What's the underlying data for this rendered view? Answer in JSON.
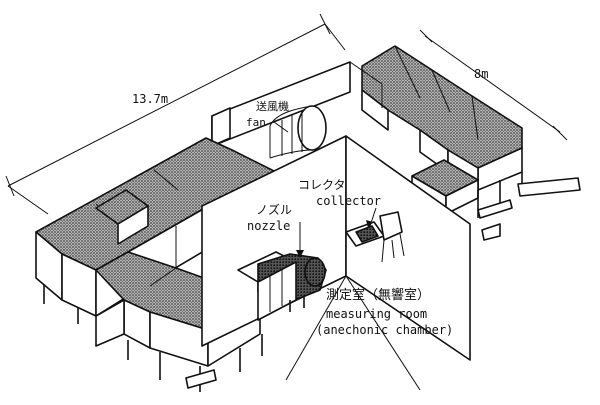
{
  "dimensions": {
    "length": "13.7m",
    "width": "8m"
  },
  "labels": {
    "fan_jp": "送風機",
    "fan_en": "fan",
    "collector_jp": "コレクタ",
    "collector_en": "collector",
    "nozzle_jp": "ノズル",
    "nozzle_en": "nozzle",
    "room_jp": "測定室（無響室）",
    "room_en_1": "measuring room",
    "room_en_2": "(anechonic chamber)"
  },
  "colors": {
    "line": "#111111",
    "block_top": "#8a8a8a",
    "block_side": "#ffffff",
    "paper": "#ffffff"
  }
}
